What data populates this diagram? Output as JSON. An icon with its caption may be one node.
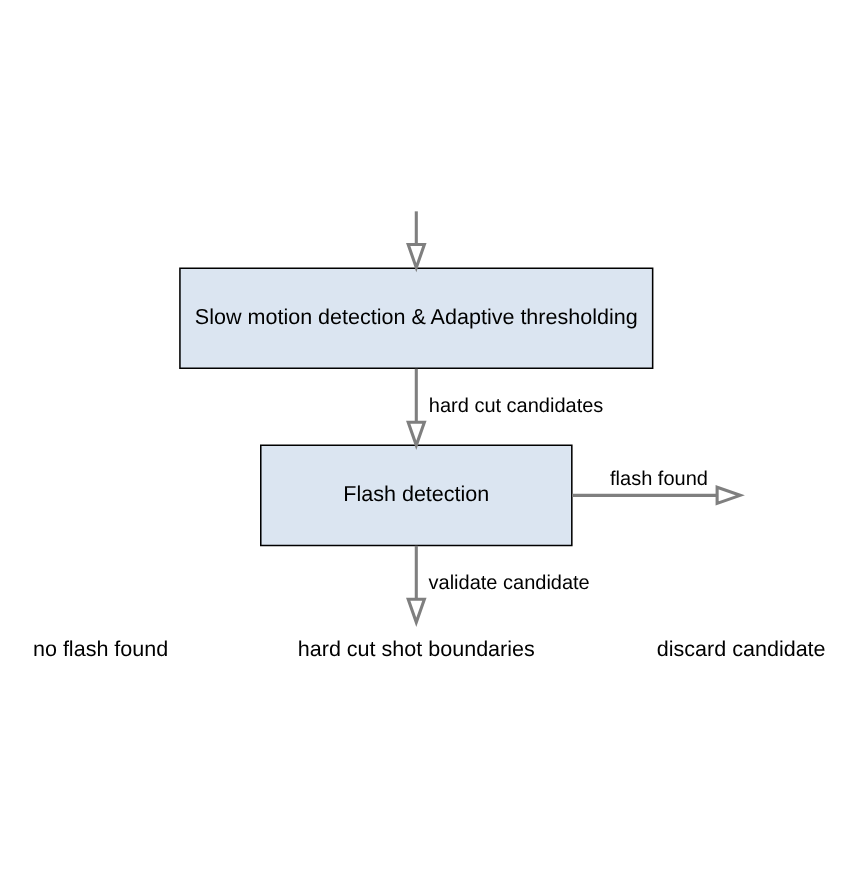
{
  "diagram": {
    "nodes": [
      {
        "text": [
          "Slow motion detection & Adaptive thresholding"
        ]
      },
      {
        "text": [
          "Flash detection"
        ]
      },
      {
        "text": [
          "hard cut shot boundaries"
        ]
      }
    ],
    "edges": [
      {
        "from": null,
        "to": 0,
        "arrow": "to"
      },
      {
        "from": 0,
        "to": 1,
        "arrow": "to",
        "label": "hard cut candidates"
      },
      {
        "from": 1,
        "to": null,
        "arrow": "to",
        "label": "flash found"
      },
      {
        "from": 1,
        "to": 2,
        "arrow": "to",
        "label": "validate candidate"
      }
    ],
    "labels": [
      "discard candidate",
      "no flash found"
    ]
  }
}
